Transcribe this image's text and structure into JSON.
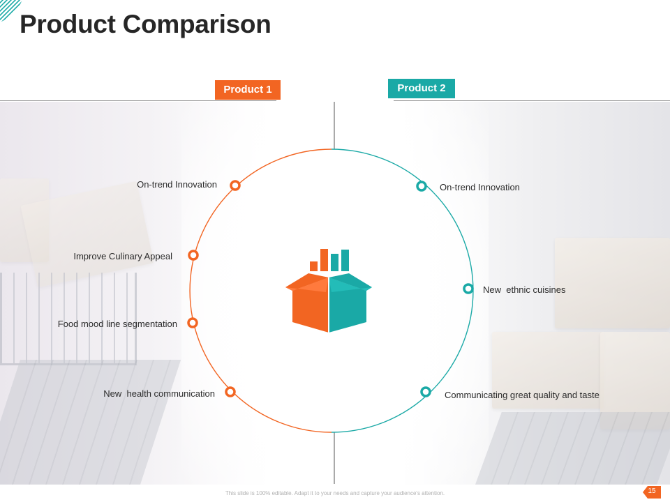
{
  "title": "Product Comparison",
  "products": [
    {
      "label": "Product 1",
      "color": "#f26522"
    },
    {
      "label": "Product 2",
      "color": "#1aa9a6"
    }
  ],
  "product1_features": [
    "On-trend Innovation",
    "Improve Culinary Appeal",
    "Food mood line segmentation",
    "New  health communication"
  ],
  "product2_features": [
    "On-trend Innovation",
    "New  ethnic cuisines",
    "Communicating great quality and taste"
  ],
  "center_icon": "box-with-bar-chart-icon",
  "footer": {
    "note": "This slide is 100% editable. Adapt it to your needs and capture your audience's attention.",
    "page_number": "15"
  }
}
